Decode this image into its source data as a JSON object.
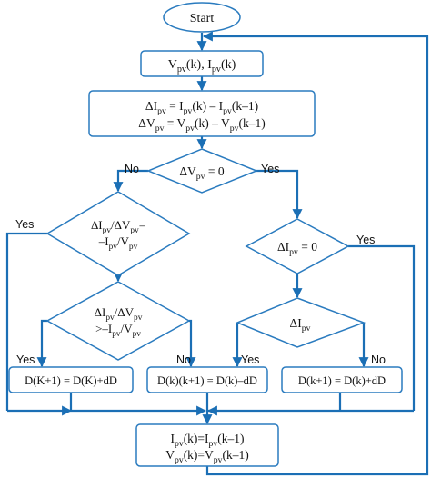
{
  "colors": {
    "line": "#1b6fb5",
    "box_border": "#2a7bbf",
    "text": "#111111",
    "background": "#ffffff"
  },
  "start": "Start",
  "read": "V_pv(k), I_pv(k)",
  "compute": {
    "line1": "ΔI_pv = I_pv(k) – I_pv(k–1)",
    "line2": "ΔV_pv = V_pv(k) – V_pv(k–1)"
  },
  "dec_dv": "ΔV_pv = 0",
  "dec_ratio_eq": {
    "line1": "ΔI_pv/ΔV_pv=",
    "line2": "–I_pv/V_pv"
  },
  "dec_ratio_gt": {
    "line1": "ΔI_pv/ΔV_pv",
    "line2": ">–I_pv/V_pv"
  },
  "dec_di0": "ΔI_pv = 0",
  "dec_di": "ΔI_pv",
  "box_inc_left": "D(K+1) = D(K)+dD",
  "box_dec": "D(k)(k+1) = D(k)–dD",
  "box_inc_right": "D(k+1) = D(k)+dD",
  "update": {
    "line1": "I_pv(k)=I_pv(k–1)",
    "line2": "V_pv(k)=V_pv(k–1)"
  },
  "labels": {
    "no_dv": "No",
    "yes_dv": "Yes",
    "yes_eq": "Yes",
    "yes_gt": "Yes",
    "no_gt": "No",
    "yes_di0": "Yes",
    "yes_di": "Yes",
    "no_di": "No"
  }
}
